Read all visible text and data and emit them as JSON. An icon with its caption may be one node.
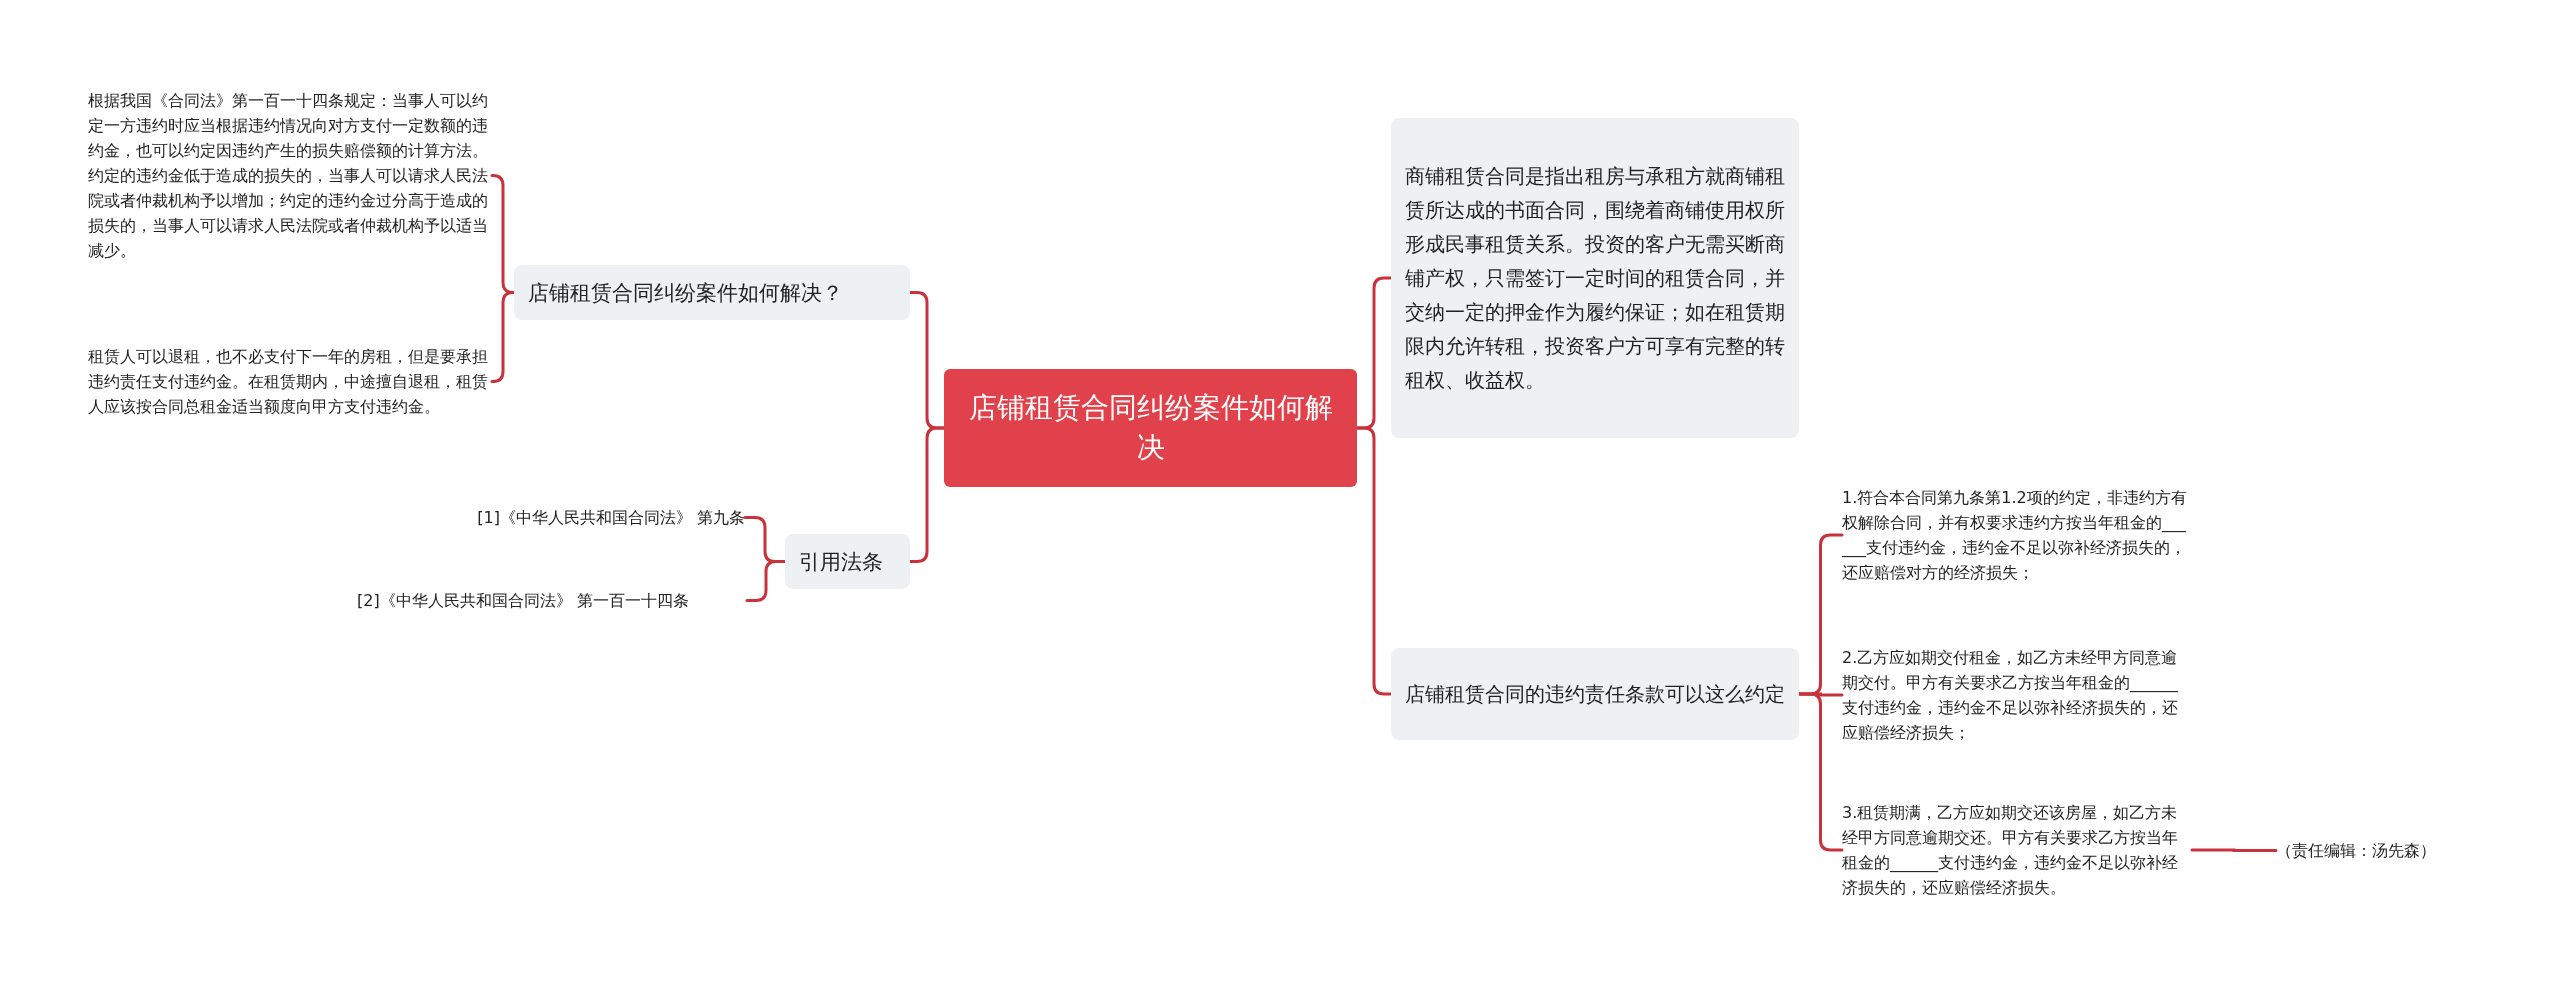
{
  "diagram": {
    "nodes": [
      {
        "text": [
          "店铺租赁合同纠纷案件如何解决"
        ]
      },
      {
        "text": [
          "店铺租赁合同纠纷案件如何解决？"
        ]
      },
      {
        "text": [
          "根据我国《合同法》第一百一十四条规定：当事人可以约定一方违约时应当根据违约情况向对方支付一定数额的违约金，也可以约定因违约产生的损失赔偿额的计算方法。约定的违约金低于造成的损失的，当事人可以请求人民法院或者仲裁机构予以增加；约定的违约金过分高于造成的损失的，当事人可以请求人民法院或者仲裁机构予以适当减少。"
        ]
      },
      {
        "text": [
          "租赁人可以退租，也不必支付下一年的房租，但是要承担违约责任支付违约金。在租赁期内，中途擅自退租，租赁人应该按合同总租金适当额度向甲方支付违约金。"
        ]
      },
      {
        "text": [
          "引用法条"
        ]
      },
      {
        "text": [
          "[1]《中华人民共和国合同法》 第九条"
        ]
      },
      {
        "text": [
          "[2]《中华人民共和国合同法》 第一百一十四条"
        ]
      },
      {
        "text": [
          "商铺租赁合同是指出租房与承租方就商铺租赁所达成的书面合同，围绕着商铺使用权所形成民事租赁关系。投资的客户无需买断商铺产权，只需签订一定时间的租赁合同，并交纳一定的押金作为履约保证；如在租赁期限内允许转租，投资客户方可享有完整的转租权、收益权。"
        ]
      },
      {
        "text": [
          "店铺租赁合同的违约责任条款可以这么约定"
        ]
      },
      {
        "text": [
          "1.符合本合同第九条第1.2项的约定，非违约方有权解除合同，并有权要求违约方按当年租金的______支付违约金，违约金不足以弥补经济损失的，还应赔偿对方的经济损失；"
        ]
      },
      {
        "text": [
          "2.乙方应如期交付租金，如乙方未经甲方同意逾期交付。甲方有关要求乙方按当年租金的______支付违约金，违约金不足以弥补经济损失的，还应赔偿经济损失；"
        ]
      },
      {
        "text": [
          "3.租赁期满，乙方应如期交还该房屋，如乙方未经甲方同意逾期交还。甲方有关要求乙方按当年租金的______支付违约金，违约金不足以弥补经济损失的，还应赔偿经济损失。"
        ]
      },
      {
        "text": [
          "（责任编辑：汤先森）"
        ]
      }
    ],
    "edges": [
      {
        "from": 0,
        "to": 1,
        "arrow": "none"
      },
      {
        "from": 1,
        "to": 2,
        "arrow": "none"
      },
      {
        "from": 1,
        "to": 3,
        "arrow": "none"
      },
      {
        "from": 0,
        "to": 4,
        "arrow": "none"
      },
      {
        "from": 4,
        "to": 5,
        "arrow": "none"
      },
      {
        "from": 4,
        "to": 6,
        "arrow": "none"
      },
      {
        "from": 0,
        "to": 7,
        "arrow": "none"
      },
      {
        "from": 0,
        "to": 8,
        "arrow": "none"
      },
      {
        "from": 8,
        "to": 9,
        "arrow": "none"
      },
      {
        "from": 8,
        "to": 10,
        "arrow": "none"
      },
      {
        "from": 8,
        "to": 11,
        "arrow": "none"
      },
      {
        "from": 11,
        "to": 12,
        "arrow": "none"
      }
    ]
  }
}
